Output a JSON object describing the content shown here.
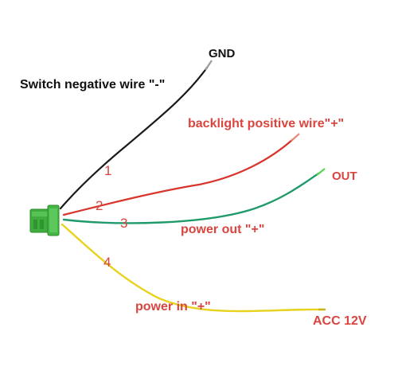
{
  "labels": {
    "gnd": "GND",
    "switch_negative": "Switch negative wire \"-\"",
    "backlight_positive": "backlight positive wire\"+\"",
    "out": "OUT",
    "power_out": "power out \"+\"",
    "power_in": "power in \"+\"",
    "acc": "ACC 12V"
  },
  "pin_numbers": [
    "1",
    "2",
    "3",
    "4"
  ],
  "colors": {
    "label_black": "#111111",
    "label_red": "#d9453f",
    "wire_black": "#1a1a1a",
    "wire_red": "#d8352c",
    "wire_green": "#1f9a6a",
    "wire_yellow": "#e8d21c",
    "connector_green": "#3fae3f"
  },
  "icons": {
    "connector": "green-4-pin-connector"
  }
}
